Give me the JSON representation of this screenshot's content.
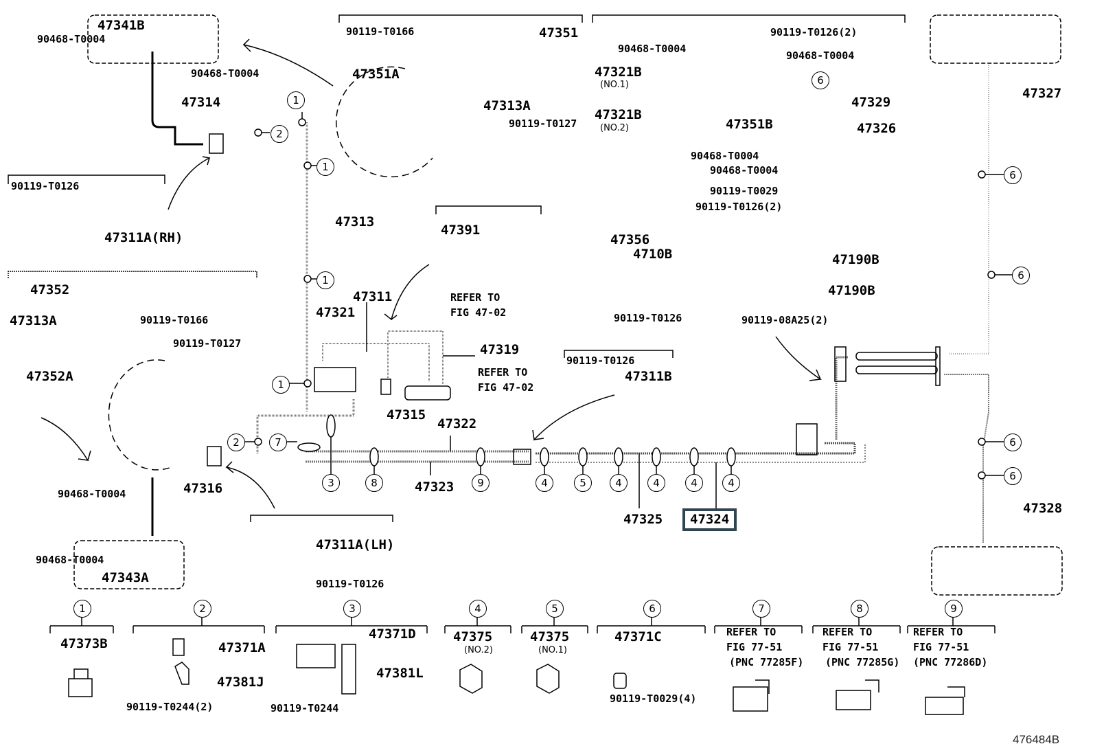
{
  "diagram": {
    "code": "476484B",
    "highlighted_part": "47324",
    "labels": {
      "p47341B": "47341B",
      "p90468_a": "90468-T0004",
      "p90468_b": "90468-T0004",
      "p47314": "47314",
      "p90119_T0126_a": "90119-T0126",
      "p47311A_RH": "47311A(RH)",
      "p47352": "47352",
      "p47313A_l": "47313A",
      "p90119_T0166_l": "90119-T0166",
      "p90119_T0127_l": "90119-T0127",
      "p47352A": "47352A",
      "p90119_T0166_t": "90119-T0166",
      "p47351": "47351",
      "p47351A": "47351A",
      "p47313A_t": "47313A",
      "p90119_T0127_t": "90119-T0127",
      "p47313": "47313",
      "p47391": "47391",
      "refer_4702_a_1": "REFER TO",
      "refer_4702_a_2": "FIG 47-02",
      "p47311": "47311",
      "p47321": "47321",
      "p47319": "47319",
      "refer_4702_b_1": "REFER TO",
      "refer_4702_b_2": "FIG 47-02",
      "p47315": "47315",
      "p47322": "47322",
      "p47323": "47323",
      "p90468_c": "90468-T0004",
      "p47316": "47316",
      "p90468_d": "90468-T0004",
      "p47343A": "47343A",
      "p47311A_LH": "47311A(LH)",
      "p90119_T0126_lh": "90119-T0126",
      "p90119_T0126_b": "90119-T0126",
      "p47311B": "47311B",
      "p47325": "47325",
      "p47324": "47324",
      "p90119_T0126_2a": "90119-T0126(2)",
      "p90468_e": "90468-T0004",
      "p90468_f": "90468-T0004",
      "p47321B_1": "47321B",
      "no1": "(NO.1)",
      "p47321B_2": "47321B",
      "no2": "(NO.2)",
      "p47351B": "47351B",
      "p47329": "47329",
      "p47326": "47326",
      "p90468_g": "90468-T0004",
      "p90468_h": "90468-T0004",
      "p90119_T0029": "90119-T0029",
      "p90119_T0126_2b": "90119-T0126(2)",
      "p47356": "47356",
      "p4710B": "4710B",
      "p47190B_a": "47190B",
      "p47190B_b": "47190B",
      "p90119_T0126_c": "90119-T0126",
      "p90119_08A25": "90119-08A25(2)",
      "p47327": "47327",
      "p47328": "47328"
    },
    "legend": [
      {
        "num": "1",
        "parts": [
          "47373B"
        ]
      },
      {
        "num": "2",
        "parts": [
          "47371A",
          "47381J",
          "90119-T0244(2)"
        ]
      },
      {
        "num": "3",
        "parts": [
          "47371D",
          "47381L",
          "90119-T0244"
        ]
      },
      {
        "num": "4",
        "parts": [
          "47375",
          "(NO.2)"
        ]
      },
      {
        "num": "5",
        "parts": [
          "47375",
          "(NO.1)"
        ]
      },
      {
        "num": "6",
        "parts": [
          "47371C",
          "90119-T0029(4)"
        ]
      },
      {
        "num": "7",
        "parts": [
          "REFER TO",
          "FIG 77-51",
          "(PNC 77285F)"
        ]
      },
      {
        "num": "8",
        "parts": [
          "REFER TO",
          "FIG 77-51",
          "(PNC 77285G)"
        ]
      },
      {
        "num": "9",
        "parts": [
          "REFER TO",
          "FIG 77-51",
          "(PNC 77286D)"
        ]
      }
    ],
    "callouts": {
      "one": "1",
      "two": "2",
      "three": "3",
      "four": "4",
      "five": "5",
      "six": "6",
      "seven": "7",
      "eight": "8",
      "nine": "9"
    }
  }
}
